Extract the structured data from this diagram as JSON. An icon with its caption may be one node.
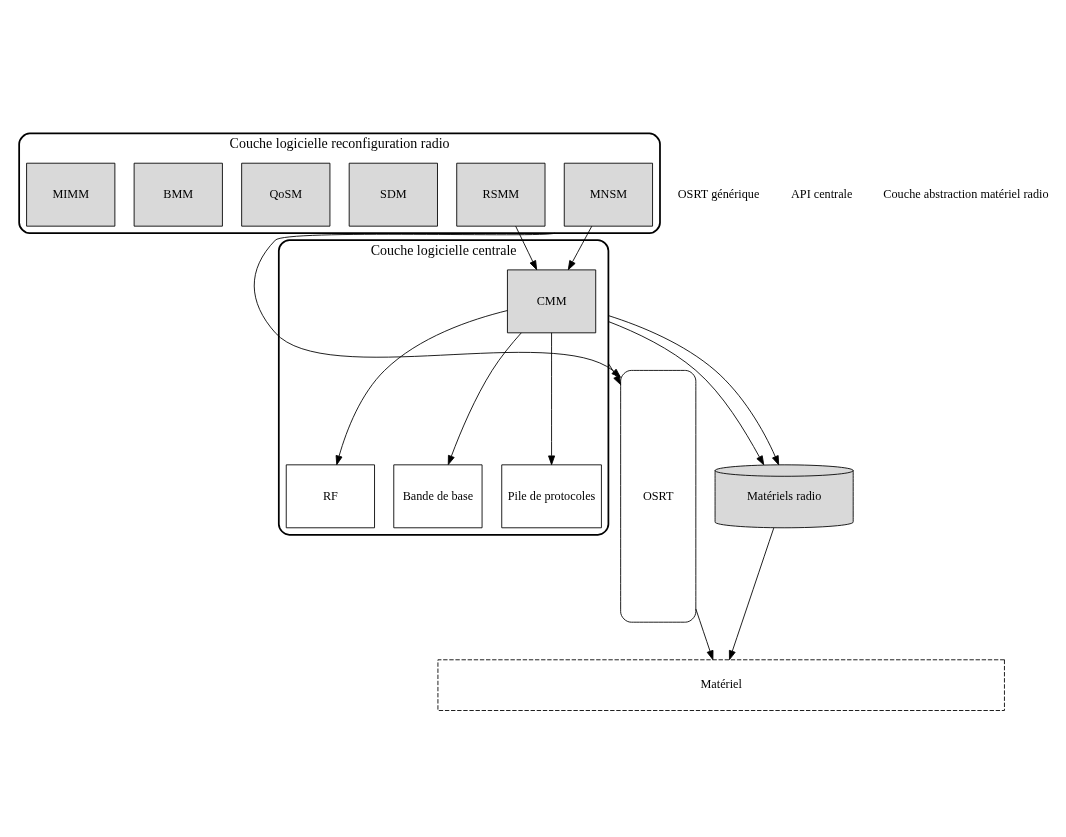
{
  "diagram": {
    "nodes": [
      {
        "text": [
          "OSRT"
        ]
      },
      {
        "text": [
          "Couche logicielle reconfiguration radio"
        ]
      },
      {
        "text": [
          "MNSM"
        ],
        "in": 1
      },
      {
        "text": [
          "RSMM"
        ],
        "in": 1
      },
      {
        "text": [
          "SDM"
        ],
        "in": 1
      },
      {
        "text": [
          "QoSM"
        ],
        "in": 1
      },
      {
        "text": [
          "BMM"
        ],
        "in": 1
      },
      {
        "text": [
          "MIMM"
        ],
        "in": 1
      },
      {
        "text": [
          "Couche logicielle centrale"
        ]
      },
      {
        "text": [
          "CMM"
        ],
        "in": 8
      },
      {
        "text": [
          "RF"
        ],
        "in": 8
      },
      {
        "text": [
          "Bande de base"
        ],
        "in": 8
      },
      {
        "text": [
          "Pile de protocoles"
        ],
        "in": 8
      },
      {
        "text": [
          "Matériels radio"
        ]
      },
      {
        "text": [
          "Matériel"
        ]
      }
    ],
    "edges": [
      {
        "from": 1,
        "to": 0,
        "arrow": "to"
      },
      {
        "from": 2,
        "to": 9,
        "arrow": "to"
      },
      {
        "from": 3,
        "to": 9,
        "arrow": "to"
      },
      {
        "from": 8,
        "to": 0,
        "arrow": "to"
      },
      {
        "from": 9,
        "to": 10,
        "arrow": "to"
      },
      {
        "from": 9,
        "to": 11,
        "arrow": "to"
      },
      {
        "from": 9,
        "to": 12,
        "arrow": "to"
      },
      {
        "from": 8,
        "to": 13,
        "arrow": "to"
      },
      {
        "from": 8,
        "to": 13,
        "arrow": "to"
      },
      {
        "from": 13,
        "to": 14,
        "arrow": "to"
      },
      {
        "from": 0,
        "to": 14,
        "arrow": "to"
      }
    ],
    "labels": [
      "OSRT générique",
      "API centrale",
      "Couche abstraction matériel radio"
    ]
  }
}
